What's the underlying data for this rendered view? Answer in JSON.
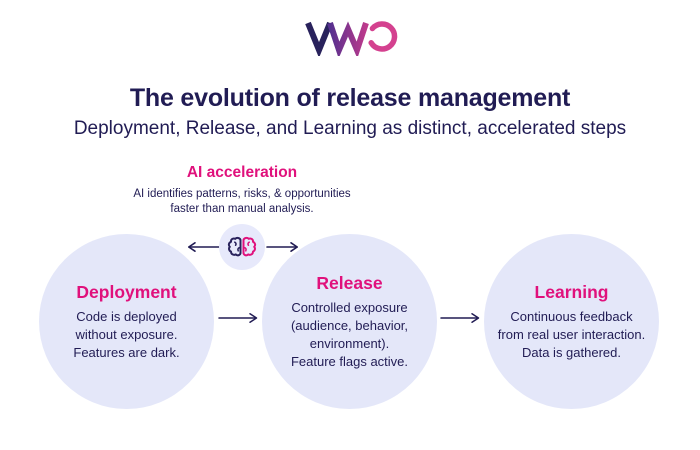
{
  "brand": {
    "logo_text": "VWO",
    "logo_colors": {
      "v": "#29225c",
      "w_start": "#55308f",
      "w_end": "#bd3a8c",
      "o": "#d4418f"
    }
  },
  "header": {
    "title": "The evolution of release management",
    "subtitle": "Deployment, Release, and Learning as distinct, accelerated steps"
  },
  "ai_section": {
    "heading": "AI acceleration",
    "description_lines": [
      "AI identifies patterns, risks, & opportunities",
      "faster than manual analysis."
    ]
  },
  "steps": [
    {
      "title": "Deployment",
      "lines": [
        "Code is deployed",
        "without exposure.",
        "Features are dark."
      ]
    },
    {
      "title": "Release",
      "lines": [
        "Controlled exposure",
        "(audience, behavior,",
        "environment).",
        "Feature flags active."
      ]
    },
    {
      "title": "Learning",
      "lines": [
        "Continuous feedback",
        "from real user interaction.",
        "Data is gathered."
      ]
    }
  ],
  "icons": {
    "logo": "vwo-logo",
    "brain": "brain-icon",
    "arrow_left": "arrow-left-icon",
    "arrow_right": "arrow-right-icon",
    "flow_arrow": "flow-arrow-icon"
  },
  "colors": {
    "navy": "#211c54",
    "pink": "#e0117c",
    "circle_fill": "#e4e7f9",
    "badge_fill": "#e7e9fb"
  }
}
